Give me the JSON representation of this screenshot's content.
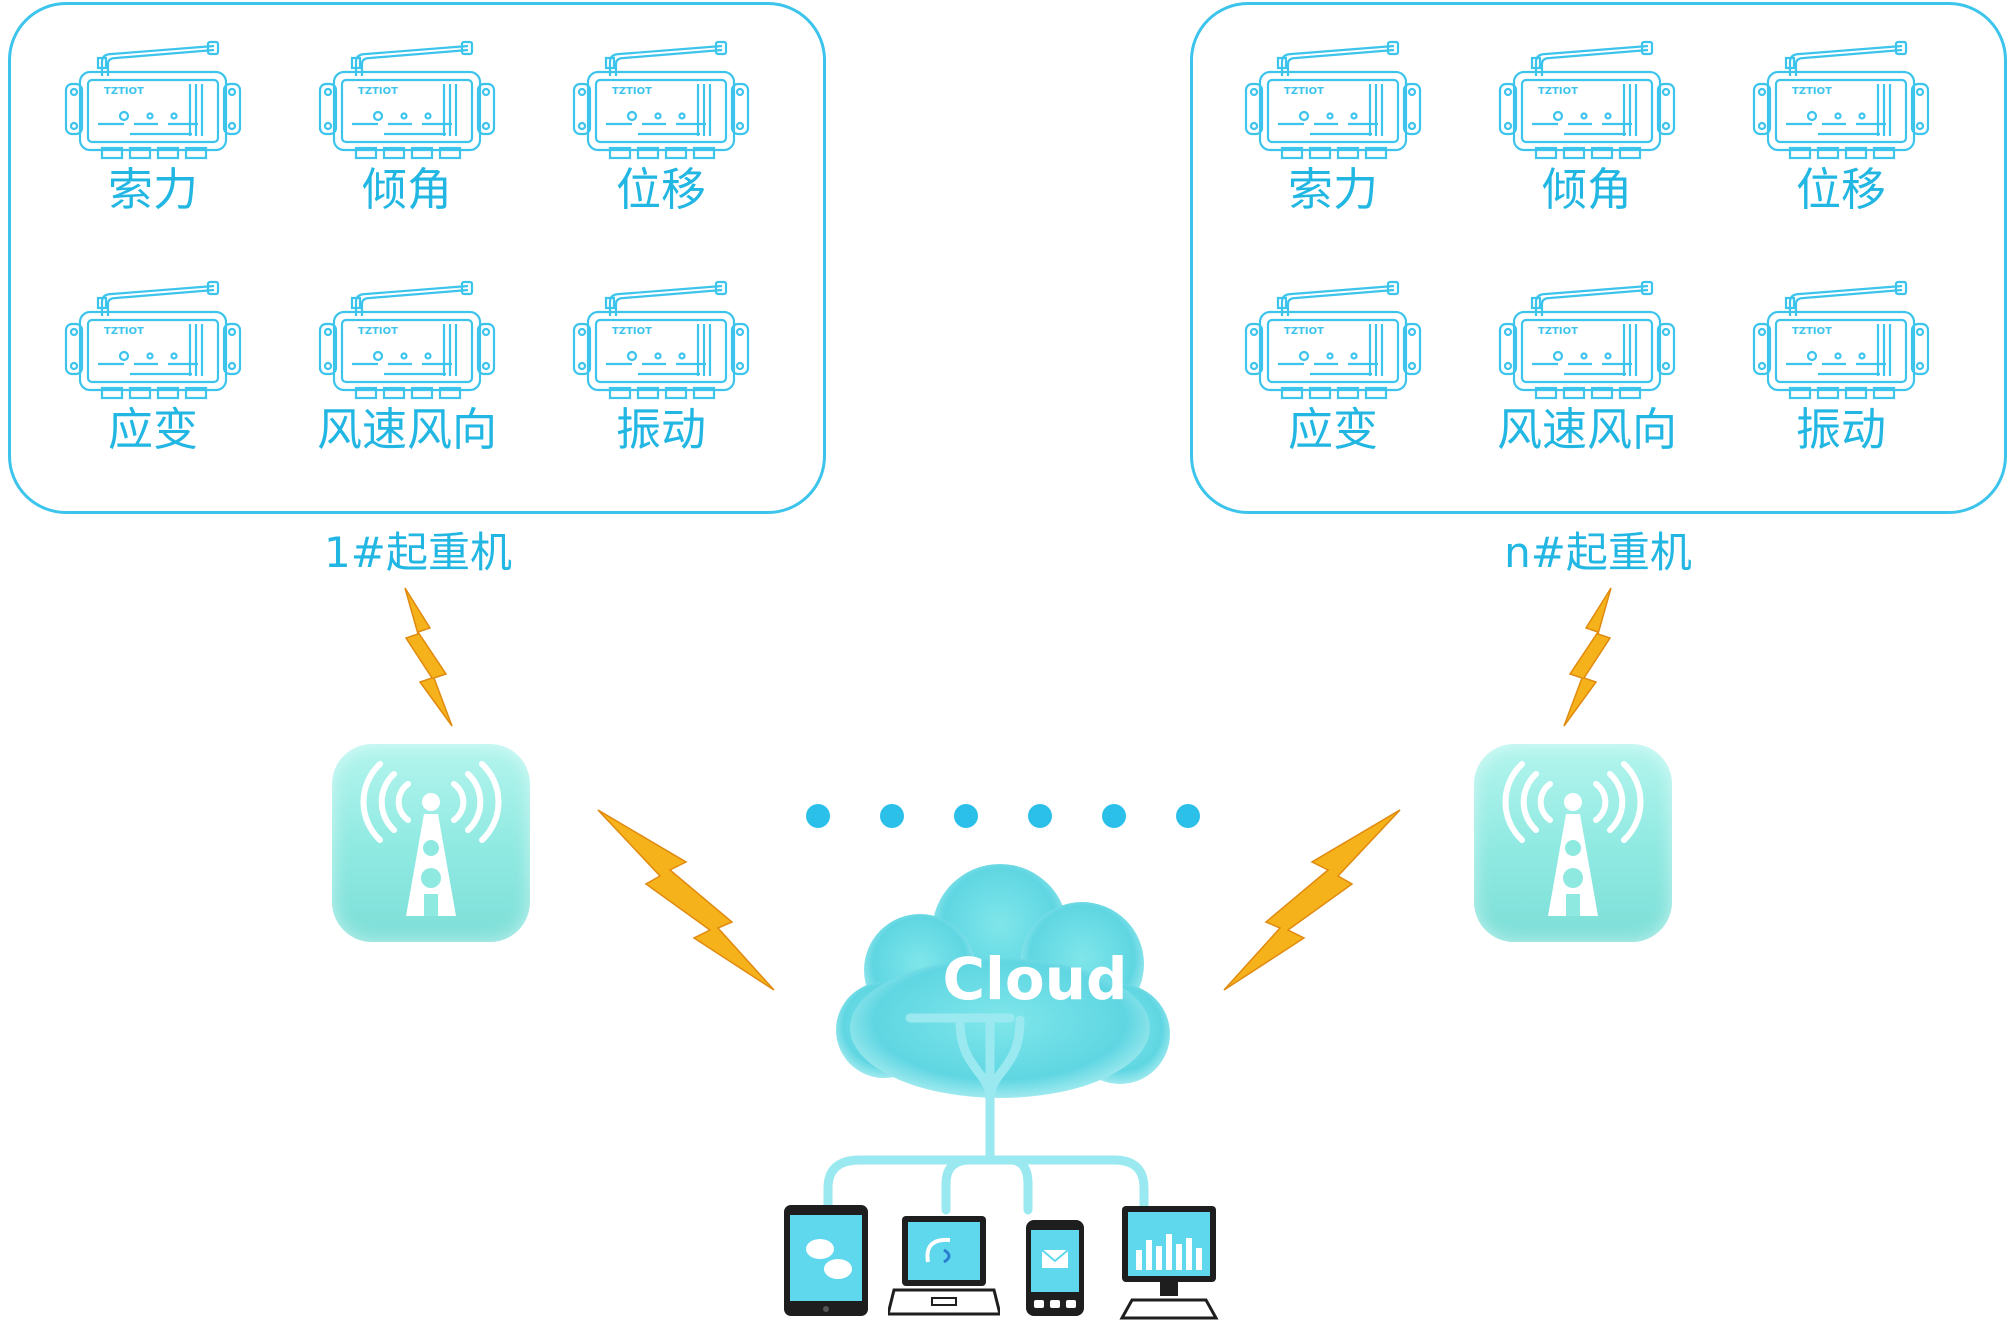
{
  "groups": [
    {
      "crane_label": "1#起重机",
      "sensors": [
        "索力",
        "倾角",
        "位移",
        "应变",
        "风速风向",
        "振动"
      ]
    },
    {
      "crane_label": "n#起重机",
      "sensors": [
        "索力",
        "倾角",
        "位移",
        "应变",
        "风速风向",
        "振动"
      ]
    }
  ],
  "cloud_label": "Cloud",
  "device_logo_text": "TZTIOT",
  "devices": [
    "tablet-icon",
    "laptop-icon",
    "phone-icon",
    "monitor-icon"
  ],
  "colors": {
    "accent": "#22b6e3",
    "station": "#8ee9e1",
    "cloud": "#8aeaea",
    "bolt": "#f5b21a"
  }
}
